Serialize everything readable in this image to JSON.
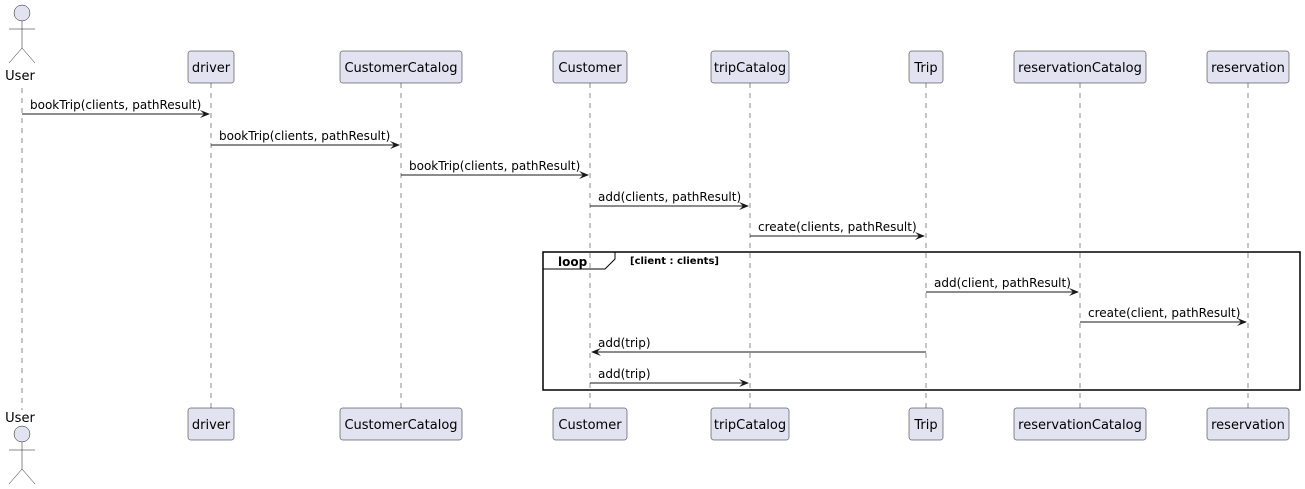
{
  "colors": {
    "participant_fill": "#E2E2F0",
    "participant_stroke": "#181818",
    "lifeline": "#181818",
    "message": "#181818",
    "loop_border": "#000000"
  },
  "actor": {
    "name": "User",
    "icon": "actor-stick-figure-icon"
  },
  "participants": [
    {
      "id": "driver",
      "label": "driver"
    },
    {
      "id": "customerCatalog",
      "label": "CustomerCatalog"
    },
    {
      "id": "customer",
      "label": "Customer"
    },
    {
      "id": "tripCatalog",
      "label": "tripCatalog"
    },
    {
      "id": "trip",
      "label": "Trip"
    },
    {
      "id": "reservationCatalog",
      "label": "reservationCatalog"
    },
    {
      "id": "reservation",
      "label": "reservation"
    }
  ],
  "messages": [
    {
      "from": "user",
      "to": "driver",
      "label": "bookTrip(clients, pathResult)"
    },
    {
      "from": "driver",
      "to": "customerCatalog",
      "label": "bookTrip(clients, pathResult)"
    },
    {
      "from": "customerCatalog",
      "to": "customer",
      "label": "bookTrip(clients, pathResult)"
    },
    {
      "from": "customer",
      "to": "tripCatalog",
      "label": "add(clients, pathResult)"
    },
    {
      "from": "tripCatalog",
      "to": "trip",
      "label": "create(clients, pathResult)"
    },
    {
      "from": "trip",
      "to": "reservationCatalog",
      "label": "add(client, pathResult)"
    },
    {
      "from": "reservationCatalog",
      "to": "reservation",
      "label": "create(client, pathResult)"
    },
    {
      "from": "trip",
      "to": "customer",
      "label": "add(trip)"
    },
    {
      "from": "customer",
      "to": "tripCatalog",
      "label": "add(trip)"
    }
  ],
  "loop": {
    "keyword": "loop",
    "condition": "[client : clients]",
    "first_message": 5,
    "last_message": 8
  }
}
